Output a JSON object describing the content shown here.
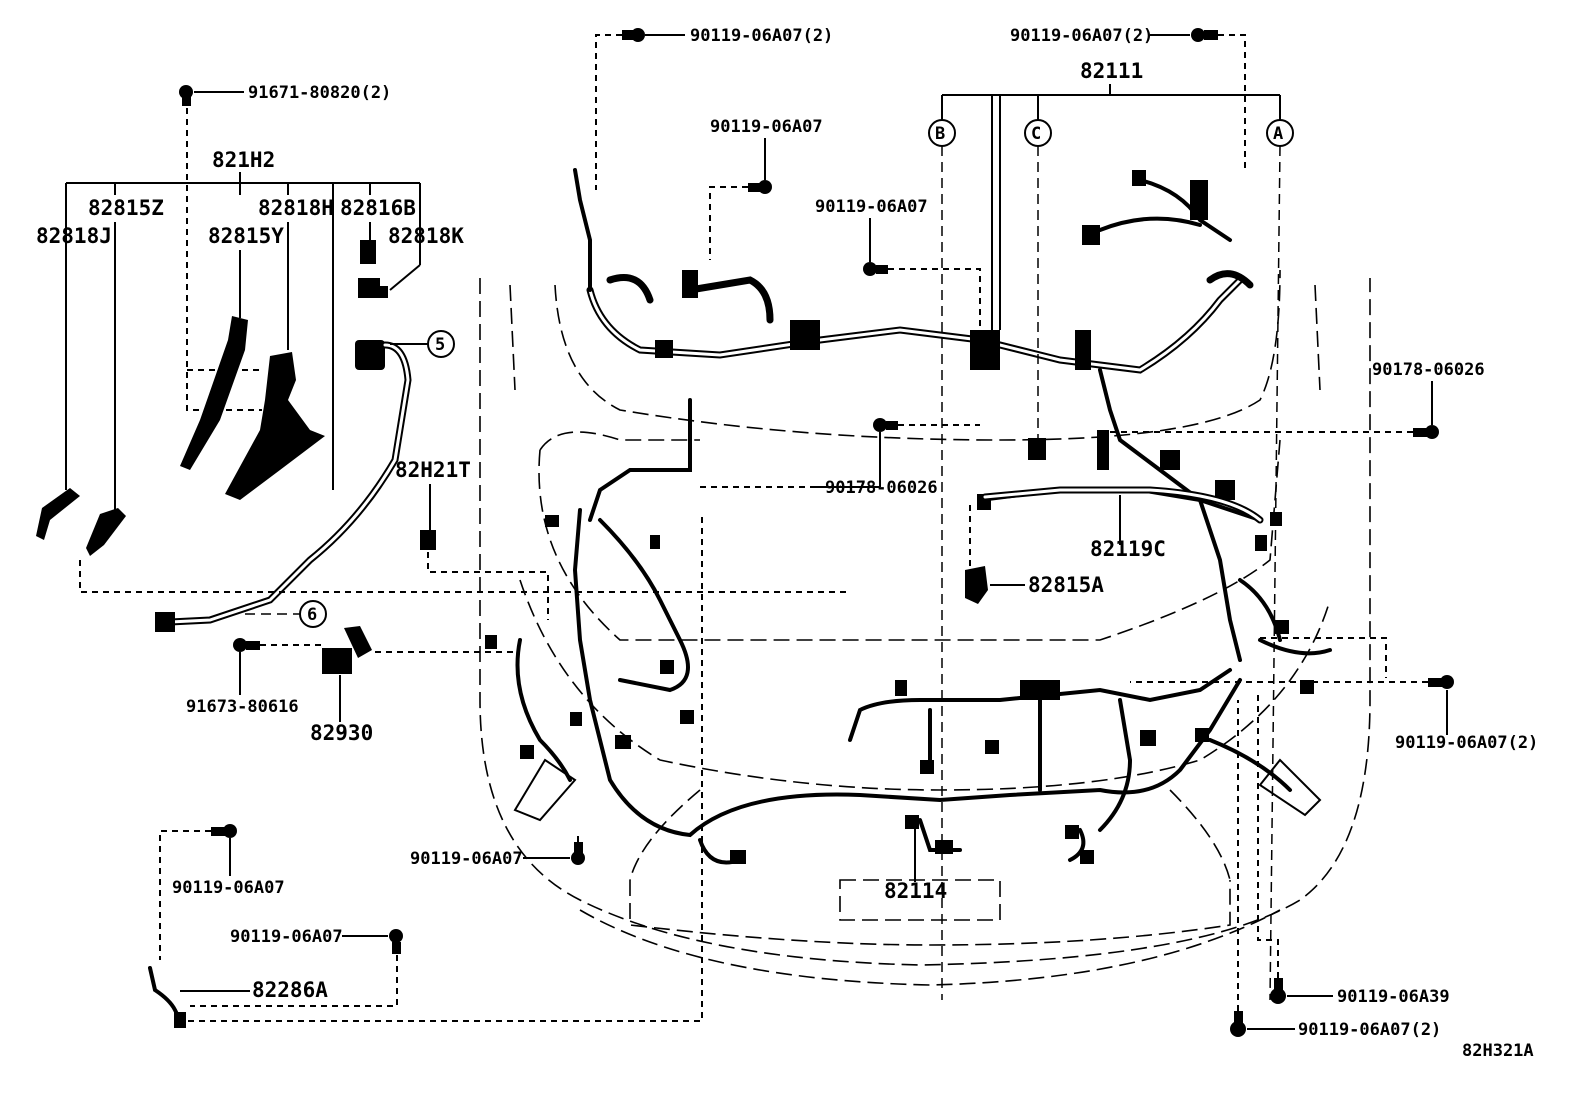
{
  "diagram": {
    "code": "82H321A",
    "parts": {
      "p82111": "82111",
      "p821H2": "821H2",
      "p82815Z": "82815Z",
      "p82818J": "82818J",
      "p82815Y": "82815Y",
      "p82818H": "82818H",
      "p82816B": "82816B",
      "p82818K": "82818K",
      "p82H21T": "82H21T",
      "p82930": "82930",
      "p82286A": "82286A",
      "p82114": "82114",
      "p82119C": "82119C",
      "p82815A": "82815A"
    },
    "fasteners": {
      "f_top_left": "90119-06A07(2)",
      "f_top_right": "90119-06A07(2)",
      "f_91671": "91671-80820(2)",
      "f_mid_a": "90119-06A07",
      "f_mid_b": "90119-06A07",
      "f_90178_right": "90178-06026",
      "f_90178_mid": "90178-06026",
      "f_91673": "91673-80616",
      "f_right_mid": "90119-06A07(2)",
      "f_left_low": "90119-06A07",
      "f_bottom_a": "90119-06A07",
      "f_bottom_b": "90119-06A07",
      "f_90119_a39": "90119-06A39",
      "f_bottom_right": "90119-06A07(2)"
    },
    "callouts": {
      "a": "A",
      "b": "B",
      "c": "C",
      "five": "5",
      "six": "6"
    }
  }
}
